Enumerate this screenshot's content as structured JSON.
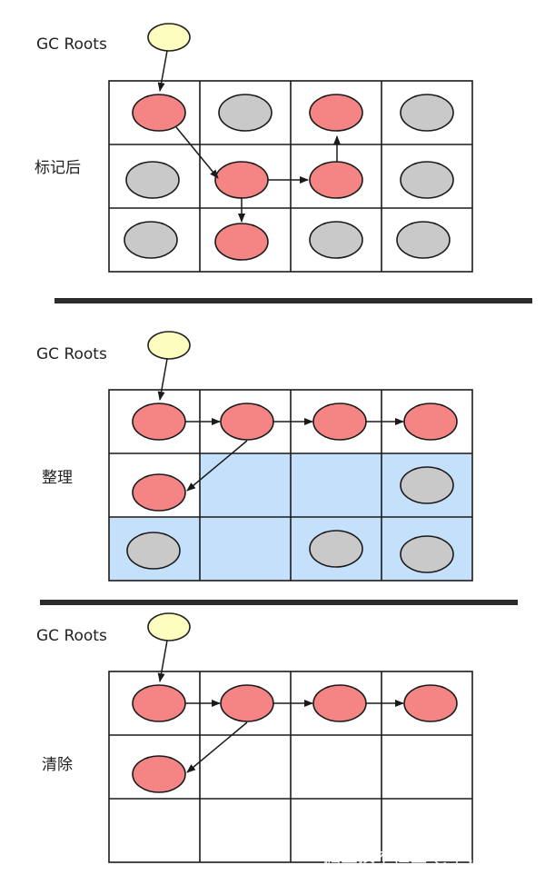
{
  "colors": {
    "live": "#f58585",
    "dead": "#c9c9c9",
    "root": "#fdfdc0",
    "free_region": "#c5e0fb",
    "grid": "#1a1a1a",
    "divider": "#2c2c2c"
  },
  "panels": [
    {
      "root_label": "GC Roots",
      "phase_label": "标记后",
      "cells": [
        [
          "live",
          "dead",
          "live",
          "dead"
        ],
        [
          "dead",
          "live",
          "live",
          "dead"
        ],
        [
          "dead",
          "live",
          "dead",
          "dead"
        ]
      ],
      "highlight": []
    },
    {
      "root_label": "GC Roots",
      "phase_label": "整理",
      "cells": [
        [
          "live",
          "live",
          "live",
          "live"
        ],
        [
          "live",
          "empty",
          "empty",
          "dead"
        ],
        [
          "dead",
          "empty",
          "dead",
          "dead"
        ]
      ],
      "highlight": [
        [
          1,
          1
        ],
        [
          1,
          2
        ],
        [
          1,
          3
        ],
        [
          2,
          0
        ],
        [
          2,
          1
        ],
        [
          2,
          2
        ],
        [
          2,
          3
        ]
      ]
    },
    {
      "root_label": "GC Roots",
      "phase_label": "清除",
      "cells": [
        [
          "live",
          "live",
          "live",
          "live"
        ],
        [
          "live",
          "empty",
          "empty",
          "empty"
        ],
        [
          "empty",
          "empty",
          "empty",
          "empty"
        ]
      ],
      "highlight": []
    }
  ],
  "watermark": "掘金技术社区 @ 风邪摩羯"
}
